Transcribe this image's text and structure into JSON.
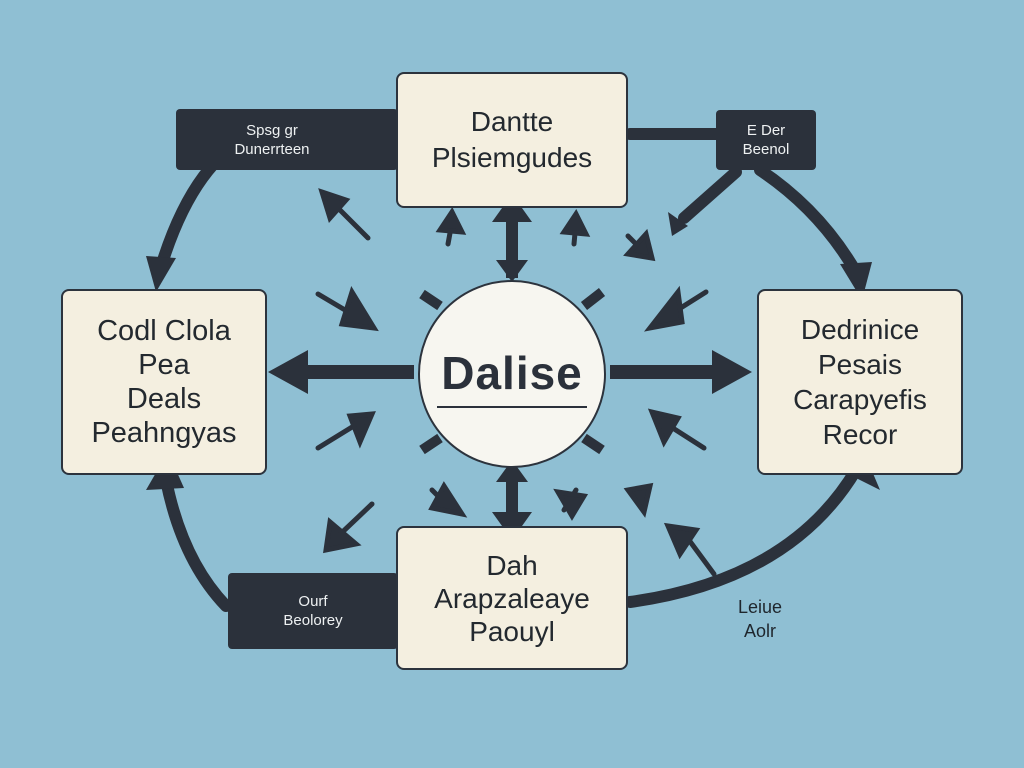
{
  "hub": {
    "title": "Dalise"
  },
  "nodes": {
    "top": [
      "Dantte",
      "Plsiemgudes"
    ],
    "left": [
      "Codl Clola",
      "Pea",
      "Deals",
      "Peahngyas"
    ],
    "right": [
      "Dedrinice",
      "Pesais",
      "Carapyefis",
      "Recor"
    ],
    "bottom": [
      "Dah",
      "Arapzaleaye",
      "Paouyl"
    ]
  },
  "tags": {
    "top_left": [
      "Spsg gr",
      "Dunerrteen"
    ],
    "top_right": [
      "E Der",
      "Beenol"
    ],
    "bottom_left": [
      "Ourf",
      "Beolorey"
    ],
    "bottom_right": [
      "Leiue",
      "Aolr"
    ]
  },
  "colors": {
    "background": "#8fbfd3",
    "node_fill": "#f4efe0",
    "ink": "#2b313b"
  }
}
